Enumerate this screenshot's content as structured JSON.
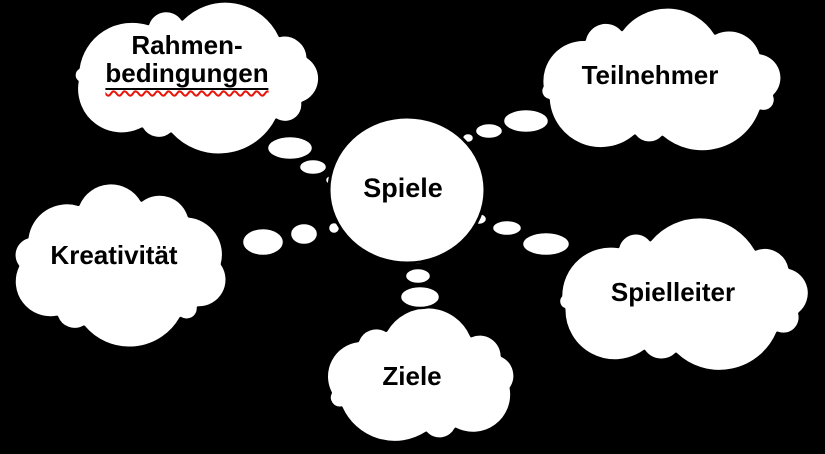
{
  "diagram": {
    "type": "thought-bubble-mind-map",
    "center": {
      "label": "Spiele"
    },
    "nodes": [
      {
        "id": "rahmenbedingungen",
        "label_line1": "Rahmen-",
        "label_line2": "bedingungen",
        "has_solid_underline": true,
        "has_red_squiggle": true
      },
      {
        "id": "teilnehmer",
        "label": "Teilnehmer"
      },
      {
        "id": "kreativitaet",
        "label": "Kreativität"
      },
      {
        "id": "spielleiter",
        "label": "Spielleiter"
      },
      {
        "id": "ziele",
        "label": "Ziele"
      }
    ],
    "connections": [
      [
        "Spiele",
        "Rahmen-bedingungen"
      ],
      [
        "Spiele",
        "Teilnehmer"
      ],
      [
        "Spiele",
        "Kreativität"
      ],
      [
        "Spiele",
        "Spielleiter"
      ],
      [
        "Spiele",
        "Ziele"
      ]
    ],
    "colors": {
      "background": "#000000",
      "cloud_fill": "#ffffff",
      "outline": "#000000",
      "text": "#000000",
      "squiggle": "#e81309"
    }
  }
}
